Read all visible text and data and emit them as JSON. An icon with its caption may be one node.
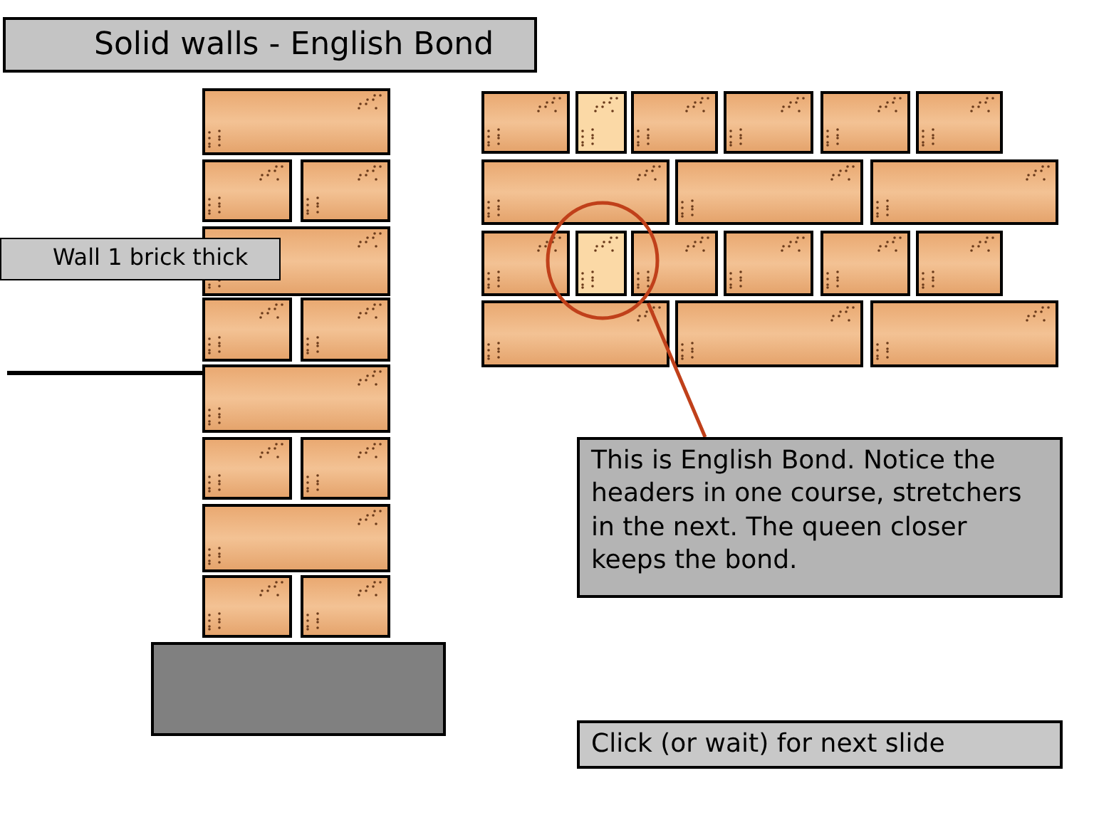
{
  "diagram": {
    "title": "Solid walls - English Bond",
    "nodes": [
      {
        "text": [
          "Wall 1 brick thick"
        ]
      },
      {
        "text": [],
        "shape": "circle"
      },
      {
        "text": [
          "This is English Bond. Notice the headers in one course, stretchers in the next. The queen closer keeps the bond."
        ]
      },
      {
        "text": [
          "Click (or wait) for next slide"
        ]
      }
    ],
    "edges": [
      {
        "from": 2,
        "to": 1,
        "arrow": "none"
      }
    ]
  }
}
